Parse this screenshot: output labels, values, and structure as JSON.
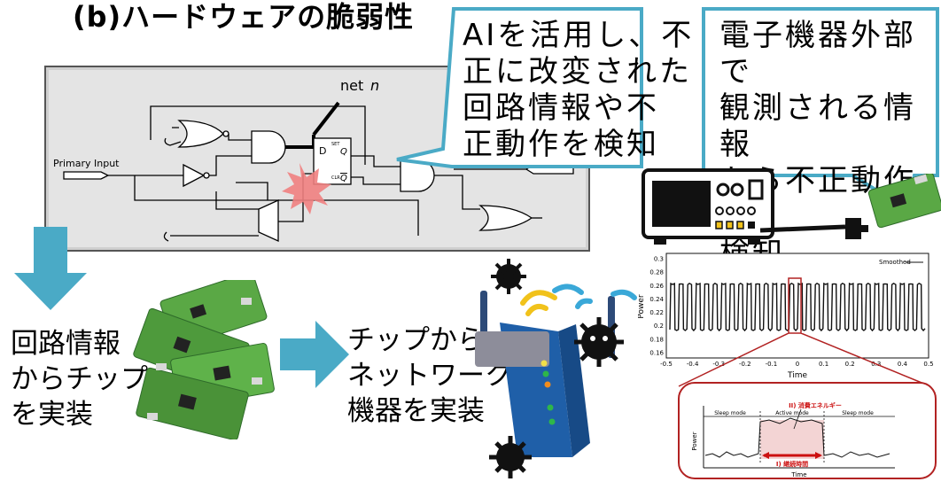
{
  "title": "(b)ハードウェアの脆弱性",
  "bubble_ai": [
    "AIを活用し、不",
    "正に改変された",
    "回路情報や不",
    "正動作を検知"
  ],
  "bubble_observe": [
    "電子機器外部で",
    "観測される情報",
    "から不正動作を",
    "検知"
  ],
  "circuit": {
    "net_label": "net",
    "net_var": "n",
    "primary_input": "Primary Input",
    "ff_d": "D",
    "ff_q": "Q",
    "ff_qbar": "Q",
    "ff_set": "SET",
    "ff_clr": "CLR"
  },
  "step1": [
    "回路情報",
    "からチップ",
    "を実装"
  ],
  "step2": [
    "チップから",
    "ネットワーク",
    "機器を実装"
  ],
  "power_chart": {
    "legend": "Smoothed",
    "ylabel": "Power",
    "xlabel": "Time",
    "yticks": [
      "0.3",
      "0.28",
      "0.26",
      "0.24",
      "0.22",
      "0.2",
      "0.18",
      "0.16"
    ],
    "xticks": [
      "-0.5",
      "-0.4",
      "-0.3",
      "-0.2",
      "-0.1",
      "0",
      "0.1",
      "0.2",
      "0.3",
      "0.4",
      "0.5"
    ]
  },
  "zoom_chart": {
    "energy_label": "II) 消費エネルギー",
    "sleep1": "Sleep mode",
    "active": "Active mode",
    "sleep2": "Sleep mode",
    "duration_label": "I) 継続時間",
    "ylabel": "Power",
    "xlabel": "Time"
  },
  "colors": {
    "accent_teal": "#4aaac6",
    "zoom_border": "#b22222",
    "energy_red": "#cc1111",
    "star_red": "#ef7f80"
  },
  "icons": [
    "malware-bug-icon",
    "wifi-signal-icon",
    "router-icon",
    "oscilloscope-icon",
    "probe-cable-icon",
    "circuit-board-icon",
    "right-arrow-icon",
    "down-arrow-icon"
  ]
}
